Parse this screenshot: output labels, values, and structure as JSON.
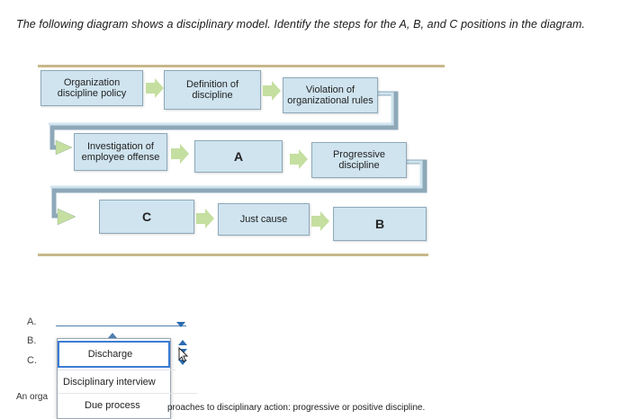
{
  "question": {
    "text": "The following diagram shows a disciplinary model. Identify the steps for the A, B, and C positions in the diagram."
  },
  "diagram": {
    "boxes": [
      {
        "label": "Organization\ndiscipline policy"
      },
      {
        "label": "Definition of\ndiscipline"
      },
      {
        "label": "Violation of\norganizational rules"
      },
      {
        "label": "Investigation of\nemployee offense"
      },
      {
        "label": "A"
      },
      {
        "label": "Progressive\ndiscipline"
      },
      {
        "label": "C"
      },
      {
        "label": "Just cause"
      },
      {
        "label": "B"
      }
    ],
    "colors": {
      "box_fill": "#cfe4ef",
      "arrow_fill": "#c4dfa0",
      "rule": "#c8b88a",
      "connector_border": "#8ea8b8"
    }
  },
  "answers": {
    "labels": [
      "A.",
      "B.",
      "C."
    ],
    "dropdown": {
      "options": [
        "Discharge",
        "Disciplinary interview",
        "Due process"
      ]
    },
    "trailing_text_left": "An orga",
    "trailing_text_right": "proaches to disciplinary action: progressive or positive discipline."
  }
}
